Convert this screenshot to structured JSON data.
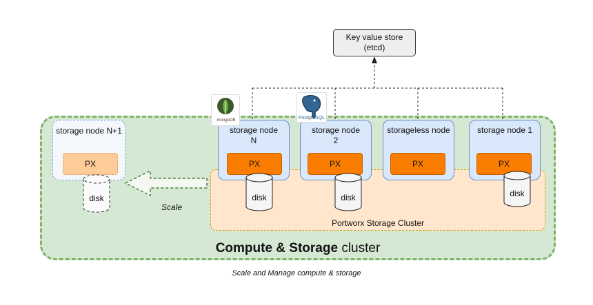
{
  "kv_store": {
    "line1": "Key value store",
    "line2": "(etcd)"
  },
  "cluster": {
    "title_bold": "Compute & Storage",
    "title_rest": " cluster"
  },
  "portworx_label": "Portworx Storage Cluster",
  "nodes": [
    {
      "line1": "storage node",
      "line2": "N",
      "px": "PX",
      "disk": "disk"
    },
    {
      "line1": "storage node",
      "line2": "2",
      "px": "PX",
      "disk": "disk"
    },
    {
      "line1": "storageless node",
      "line2": "",
      "px": "PX"
    },
    {
      "line1": "storage node 1",
      "line2": "",
      "px": "PX",
      "disk": "disk"
    }
  ],
  "new_node": {
    "label": "storage node N+1",
    "px": "PX",
    "disk": "disk"
  },
  "scale_label": "Scale",
  "caption": "Scale and Manage compute & storage",
  "logos": {
    "mongodb": {
      "icon": "mongodb-leaf-icon",
      "text": "mongoDB"
    },
    "postgresql": {
      "icon": "postgresql-elephant-icon",
      "text": "PostgreSQL"
    }
  },
  "colors": {
    "cluster_fill": "#d5e8d4",
    "cluster_border": "#82b366",
    "node_fill": "#dae8fc",
    "node_border": "#6c8ebf",
    "px_fill": "#fa7d00",
    "portworx_fill": "#ffe6cc",
    "kv_fill": "#eeeeee"
  }
}
